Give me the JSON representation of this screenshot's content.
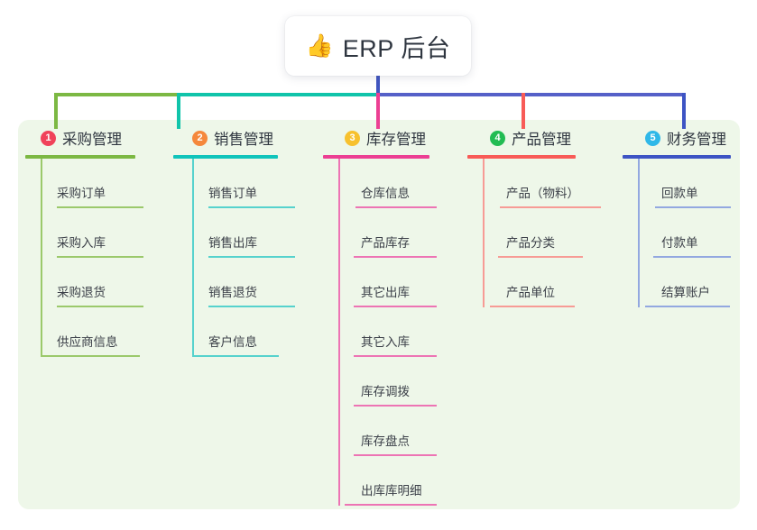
{
  "root": {
    "icon": "thumbs-up-emoji",
    "icon_glyph": "👍",
    "title": "ERP 后台"
  },
  "palette": {
    "panel_bg": "#eef7e9",
    "page_bg": "#ffffff",
    "stem_blue": "#4055c0",
    "bar_green": "#7cb843",
    "bar_teal": "#10c4aa",
    "bar_blue": "#5560c8"
  },
  "columns": [
    {
      "number": "1",
      "badge_color": "#f0425a",
      "accent": "#7cb843",
      "line": "#9bc96b",
      "drop_color": "#7cb843",
      "title": "采购管理",
      "items": [
        {
          "label": "采购订单"
        },
        {
          "label": "采购入库"
        },
        {
          "label": "采购退货"
        },
        {
          "label": "供应商信息"
        }
      ]
    },
    {
      "number": "2",
      "badge_color": "#f5883c",
      "accent": "#10c4bb",
      "line": "#56d2cd",
      "drop_color": "#10c4bb",
      "title": "销售管理",
      "items": [
        {
          "label": "销售订单"
        },
        {
          "label": "销售出库"
        },
        {
          "label": "销售退货"
        },
        {
          "label": "客户信息"
        }
      ]
    },
    {
      "number": "3",
      "badge_color": "#f7c12e",
      "accent": "#ec3f93",
      "line": "#ed74b4",
      "drop_color": "#ec3f93",
      "title": "库存管理",
      "items": [
        {
          "label": "仓库信息"
        },
        {
          "label": "产品库存"
        },
        {
          "label": "其它出库"
        },
        {
          "label": "其它入库"
        },
        {
          "label": "库存调拨"
        },
        {
          "label": "库存盘点"
        },
        {
          "label": "出库库明细"
        }
      ]
    },
    {
      "number": "4",
      "badge_color": "#22bc53",
      "accent": "#f85b57",
      "line": "#f79b95",
      "drop_color": "#f85b57",
      "title": "产品管理",
      "items": [
        {
          "label": "产品（物料）"
        },
        {
          "label": "产品分类"
        },
        {
          "label": "产品单位"
        }
      ]
    },
    {
      "number": "5",
      "badge_color": "#2fb8e8",
      "accent": "#3d54c4",
      "line": "#93a8e0",
      "drop_color": "#7f96d8",
      "title": "财务管理",
      "items": [
        {
          "label": "回款单"
        },
        {
          "label": "付款单"
        },
        {
          "label": "结算账户"
        }
      ]
    }
  ]
}
